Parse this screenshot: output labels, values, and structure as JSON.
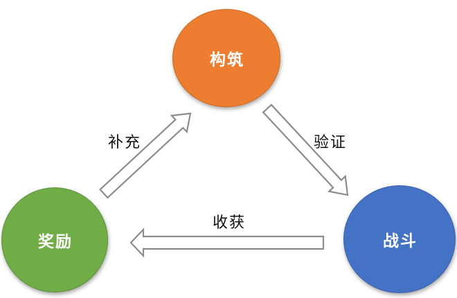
{
  "diagram": {
    "background_color": "#ffffff",
    "arrow_style": {
      "fill_color": "#ffffff",
      "stroke_color": "#8c8c8c"
    },
    "nodes": [
      {
        "id": "build",
        "label": "构筑",
        "color": "#ED7D31",
        "border_color": "#d06a1f",
        "position": "top"
      },
      {
        "id": "reward",
        "label": "奖励",
        "color": "#70AD47",
        "border_color": "#5e9239",
        "position": "bottom-left"
      },
      {
        "id": "combat",
        "label": "战斗",
        "color": "#4472C4",
        "border_color": "#3a63ad",
        "position": "bottom-right"
      }
    ],
    "edges": [
      {
        "from": "reward",
        "to": "build",
        "label": "补充"
      },
      {
        "from": "build",
        "to": "combat",
        "label": "验证"
      },
      {
        "from": "combat",
        "to": "reward",
        "label": "收获"
      }
    ]
  }
}
